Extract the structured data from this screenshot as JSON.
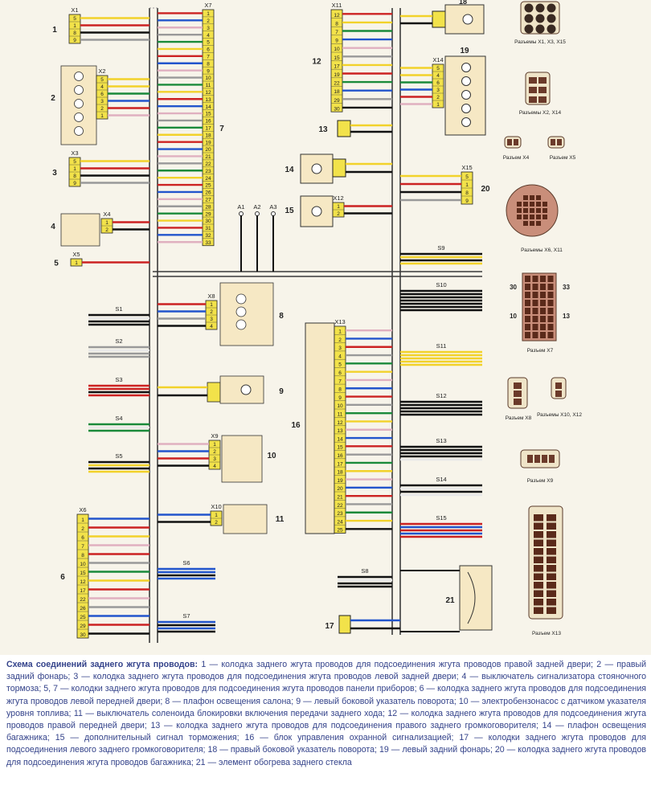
{
  "colors": {
    "connector": "#f2e24a",
    "component": "#f6e8c4",
    "harness": "#3a3a3a",
    "caption_text": "#33428a"
  },
  "diagram": {
    "components": [
      {
        "id": "c1",
        "number": "1",
        "connector": "X1",
        "pins": [
          "5",
          "1",
          "8",
          "9"
        ],
        "wires": [
          "#f2d22a",
          "#cc2222",
          "#111111",
          "#999999"
        ]
      },
      {
        "id": "c2",
        "number": "2",
        "connector": "X2",
        "pins": [
          "5",
          "4",
          "6",
          "3",
          "2",
          "1"
        ],
        "wires": [
          "#f2d22a",
          "#f2d22a",
          "#1a8a3a",
          "#2255cc",
          "#cc2222",
          "#e0b0c0"
        ]
      },
      {
        "id": "c3",
        "number": "3",
        "connector": "X3",
        "pins": [
          "5",
          "1",
          "8",
          "9"
        ],
        "wires": [
          "#f2d22a",
          "#cc2222",
          "#111111",
          "#999999"
        ]
      },
      {
        "id": "c4",
        "number": "4",
        "connector": "X4",
        "pins": [
          "1",
          "2"
        ],
        "wires": [
          "#cc2222",
          "#111111"
        ]
      },
      {
        "id": "c5",
        "number": "5",
        "connector": "X5",
        "pins": [
          "1"
        ],
        "wires": [
          "#cc2222"
        ]
      },
      {
        "id": "c6",
        "number": "6",
        "connector": "X6",
        "pins": [
          "1",
          "2",
          "6",
          "7",
          "8",
          "10",
          "15",
          "12",
          "17",
          "22",
          "26",
          "25",
          "29",
          "30"
        ],
        "wires": [
          "#2255cc",
          "#cc2222",
          "#f2d22a",
          "#e0b0c0",
          "#cc2222",
          "#999999",
          "#1a8a3a",
          "#f2d22a",
          "#cc2222",
          "#e0b0c0",
          "#999999",
          "#2255cc",
          "#cc2222",
          "#111111"
        ]
      },
      {
        "id": "c7",
        "number": "7",
        "connector": "X7",
        "pins": [
          "1",
          "2",
          "3",
          "4",
          "5",
          "6",
          "7",
          "8",
          "9",
          "10",
          "11",
          "12",
          "13",
          "14",
          "15",
          "16",
          "17",
          "18",
          "19",
          "20",
          "21",
          "22",
          "23",
          "24",
          "25",
          "26",
          "27",
          "28",
          "29",
          "30",
          "31",
          "32",
          "33"
        ],
        "wires": [
          "#cc2222",
          "#2255cc",
          "#e0b0c0",
          "#999999",
          "#1a8a3a",
          "#f2d22a",
          "#cc2222",
          "#2255cc",
          "#e0b0c0",
          "#999999",
          "#1a8a3a",
          "#f2d22a",
          "#cc2222",
          "#2255cc",
          "#e0b0c0",
          "#999999",
          "#1a8a3a",
          "#f2d22a",
          "#cc2222",
          "#2255cc",
          "#e0b0c0",
          "#999999",
          "#1a8a3a",
          "#f2d22a",
          "#cc2222",
          "#2255cc",
          "#e0b0c0",
          "#999999",
          "#1a8a3a",
          "#f2d22a",
          "#cc2222",
          "#2255cc",
          "#e0b0c0"
        ]
      },
      {
        "id": "c8",
        "number": "8",
        "connector": "X8",
        "pins": [
          "1",
          "2",
          "3",
          "4"
        ],
        "wires": [
          "#cc2222",
          "#2255cc",
          "#999999",
          "#111111"
        ]
      },
      {
        "id": "c9",
        "number": "9",
        "connector": "",
        "pins": [],
        "wires": []
      },
      {
        "id": "c10",
        "number": "10",
        "connector": "X9",
        "pins": [
          "1",
          "2",
          "3",
          "4"
        ],
        "wires": [
          "#e0b0c0",
          "#2255cc",
          "#cc2222",
          "#111111"
        ]
      },
      {
        "id": "c11",
        "number": "11",
        "connector": "X10",
        "pins": [
          "1",
          "2"
        ],
        "wires": [
          "#2255cc",
          "#111111"
        ]
      },
      {
        "id": "c12",
        "number": "12",
        "connector": "X11",
        "pins": [
          "12",
          "8",
          "7",
          "9",
          "10",
          "15",
          "17",
          "19",
          "22",
          "18",
          "29",
          "30"
        ],
        "wires": [
          "#cc2222",
          "#f2d22a",
          "#1a8a3a",
          "#2255cc",
          "#e0b0c0",
          "#999999",
          "#f2d22a",
          "#cc2222",
          "#1a8a3a",
          "#2255cc",
          "#999999",
          "#111111"
        ]
      },
      {
        "id": "c13",
        "number": "13",
        "connector": "",
        "pins": [],
        "wires": []
      },
      {
        "id": "c14",
        "number": "14",
        "connector": "",
        "pins": [],
        "wires": []
      },
      {
        "id": "c15",
        "number": "15",
        "connector": "X12",
        "pins": [
          "1",
          "2"
        ],
        "wires": [
          "#cc2222",
          "#111111"
        ]
      },
      {
        "id": "c16",
        "number": "16",
        "connector": "X13",
        "pins": [
          "1",
          "2",
          "3",
          "4",
          "5",
          "6",
          "7",
          "8",
          "9",
          "10",
          "11",
          "12",
          "13",
          "14",
          "15",
          "16",
          "17",
          "18",
          "19",
          "20",
          "21",
          "22",
          "23",
          "24",
          "25"
        ],
        "wires": [
          "#e0b0c0",
          "#2255cc",
          "#cc2222",
          "#999999",
          "#1a8a3a",
          "#f2d22a",
          "#e0b0c0",
          "#2255cc",
          "#cc2222",
          "#999999",
          "#1a8a3a",
          "#f2d22a",
          "#e0b0c0",
          "#2255cc",
          "#cc2222",
          "#999999",
          "#1a8a3a",
          "#f2d22a",
          "#e0b0c0",
          "#2255cc",
          "#cc2222",
          "#999999",
          "#1a8a3a",
          "#f2d22a",
          "#111111"
        ]
      },
      {
        "id": "c17",
        "number": "17",
        "connector": "",
        "pins": [],
        "wires": []
      },
      {
        "id": "c18",
        "number": "18",
        "connector": "",
        "pins": [],
        "wires": []
      },
      {
        "id": "c19",
        "number": "19",
        "connector": "X14",
        "pins": [
          "5",
          "4",
          "6",
          "3",
          "2",
          "1"
        ],
        "wires": [
          "#f2d22a",
          "#f2d22a",
          "#1a8a3a",
          "#2255cc",
          "#cc2222",
          "#e0b0c0"
        ]
      },
      {
        "id": "c20",
        "number": "20",
        "connector": "X15",
        "pins": [
          "5",
          "1",
          "8",
          "9"
        ],
        "wires": [
          "#f2d22a",
          "#cc2222",
          "#111111",
          "#999999"
        ]
      },
      {
        "id": "c21",
        "number": "21",
        "connector": "",
        "pins": [],
        "wires": []
      }
    ],
    "splices": [
      {
        "label": "S1",
        "wires": [
          "#111111",
          "#e8e8e8",
          "#111111",
          "#111111"
        ]
      },
      {
        "label": "S2",
        "wires": [
          "#999999",
          "#e8e8e8",
          "#999999",
          "#999999"
        ]
      },
      {
        "label": "S3",
        "wires": [
          "#cc2222",
          "#cc2222",
          "#111111",
          "#cc2222"
        ]
      },
      {
        "label": "S4",
        "wires": [
          "#1a8a3a",
          "#e8e8e8",
          "#1a8a3a"
        ]
      },
      {
        "label": "S5",
        "wires": [
          "#111111",
          "#f2d22a",
          "#111111",
          "#f2d22a"
        ]
      },
      {
        "label": "S6",
        "wires": [
          "#2255cc",
          "#2255cc",
          "#111111",
          "#2255cc"
        ]
      },
      {
        "label": "S7",
        "wires": [
          "#2255cc",
          "#111111",
          "#2255cc",
          "#111111"
        ]
      },
      {
        "label": "S8",
        "wires": [
          "#111111",
          "#e8e8e8",
          "#111111",
          "#111111"
        ]
      },
      {
        "label": "S9",
        "wires": [
          "#111111",
          "#f2d22a",
          "#111111",
          "#f2d22a"
        ]
      },
      {
        "label": "S10",
        "wires": [
          "#111111",
          "#111111",
          "#111111",
          "#111111",
          "#111111",
          "#111111",
          "#111111"
        ]
      },
      {
        "label": "S11",
        "wires": [
          "#f2d22a",
          "#f2d22a",
          "#f2d22a",
          "#f2d22a",
          "#f2d22a"
        ]
      },
      {
        "label": "S12",
        "wires": [
          "#111111",
          "#111111",
          "#111111",
          "#111111",
          "#111111"
        ]
      },
      {
        "label": "S13",
        "wires": [
          "#111111",
          "#111111",
          "#111111",
          "#111111",
          "#e8e8e8"
        ]
      },
      {
        "label": "S14",
        "wires": [
          "#111111",
          "#e8e8e8",
          "#111111",
          "#e8e8e8"
        ]
      },
      {
        "label": "S15",
        "wires": [
          "#cc2222",
          "#2255cc",
          "#cc2222",
          "#2255cc",
          "#cc2222"
        ]
      }
    ],
    "ground_points": [
      "A1",
      "A2",
      "A3"
    ],
    "legend": {
      "x1": "Разъемы X1, X3, X15",
      "x2": "Разъемы X2, X14",
      "x4": "Разъем X4",
      "x5": "Разъем X5",
      "x6": "Разъемы X6, X11",
      "x7": "Разъем X7",
      "x7_pins": [
        "30",
        "33",
        "10",
        "13"
      ],
      "x8": "Разъем X8",
      "x10": "Разъемы X10, X12",
      "x9": "Разъем X9",
      "x13": "Разъем X13"
    }
  },
  "caption": {
    "title": "Схема соединений заднего жгута проводов:",
    "text": " 1 — колодка заднего жгута проводов для подсоединения жгута проводов правой задней двери; 2 — правый задний фонарь; 3 — колодка заднего жгута проводов для подсоединения жгута проводов левой задней двери; 4 — выключатель сигнализатора стояночного тормоза; 5, 7 — колодки заднего жгута проводов для подсоединения жгута проводов панели приборов; 6 — колодка заднего жгута проводов для подсоединения жгута проводов левой передней двери; 8 — плафон освещения салона; 9 — левый боковой указатель поворота; 10 — электробензонасос с датчиком указателя уровня топлива; 11 — выключатель соленоида блокировки включения передачи заднего хода; 12 — колодка заднего жгута проводов для подсоединения жгута проводов правой передней двери; 13 — колодка заднего жгута проводов для подсоединения правого заднего громкоговорителя; 14 — плафон освещения багажника; 15 — дополнительный сигнал торможения; 16 — блок управления охранной сигнализацией; 17 — колодки заднего жгута проводов для подсоединения левого заднего громкоговорителя; 18 — правый боковой указатель поворота; 19 — левый задний фонарь; 20 — колодка заднего жгута проводов для подсоединения жгута проводов багажника; 21 — элемент обогрева заднего стекла"
  }
}
